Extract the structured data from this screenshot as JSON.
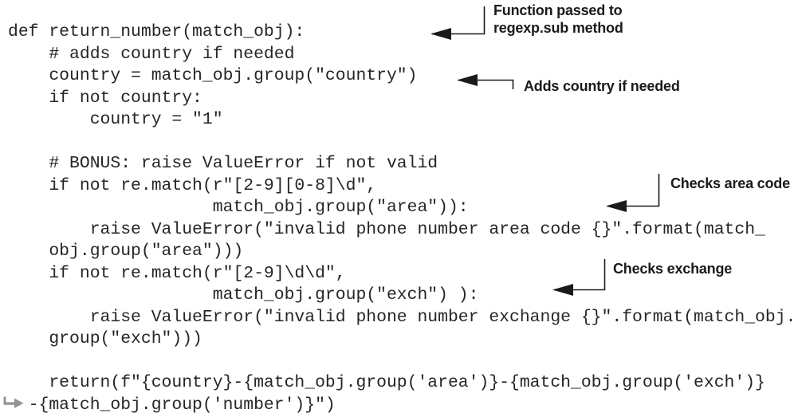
{
  "document": {
    "kind": "book-code-listing",
    "language": "python"
  },
  "code": {
    "lines": [
      "def return_number(match_obj):",
      "    # adds country if needed",
      "    country = match_obj.group(\"country\")",
      "    if not country:",
      "        country = \"1\"",
      "",
      "    # BONUS: raise ValueError if not valid",
      "    if not re.match(r\"[2-9][0-8]\\d\",",
      "                    match_obj.group(\"area\")):",
      "        raise ValueError(\"invalid phone number area code {}\".format(match_",
      "    obj.group(\"area\")))",
      "    if not re.match(r\"[2-9]\\d\\d\",",
      "                    match_obj.group(\"exch\") ):",
      "        raise ValueError(\"invalid phone number exchange {}\".format(match_obj.",
      "    group(\"exch\")))",
      "",
      "    return(f\"{country}-{match_obj.group('area')}-{match_obj.group('exch')}",
      "  -{match_obj.group('number')}\")"
    ],
    "wrap_marker": "line-continuation arrow before last line"
  },
  "annotations": [
    {
      "name": "function-passed-note",
      "lines": [
        "Function passed to",
        "regexp.sub method"
      ]
    },
    {
      "name": "adds-country-note",
      "lines": [
        "Adds country if needed"
      ]
    },
    {
      "name": "checks-area-note",
      "lines": [
        "Checks area code"
      ]
    },
    {
      "name": "checks-exchange-note",
      "lines": [
        "Checks exchange"
      ]
    }
  ],
  "icons": [
    {
      "name": "wrap-arrow-icon",
      "meaning": "code line continuation marker"
    },
    {
      "name": "callout-arrowhead-icon",
      "meaning": "leader arrow pointing at code"
    }
  ],
  "colors": {
    "background": "#ffffff",
    "code_text": "#262626",
    "annotation_ink": "#1a1a1a",
    "wrap_marker_gray": "#949494"
  }
}
